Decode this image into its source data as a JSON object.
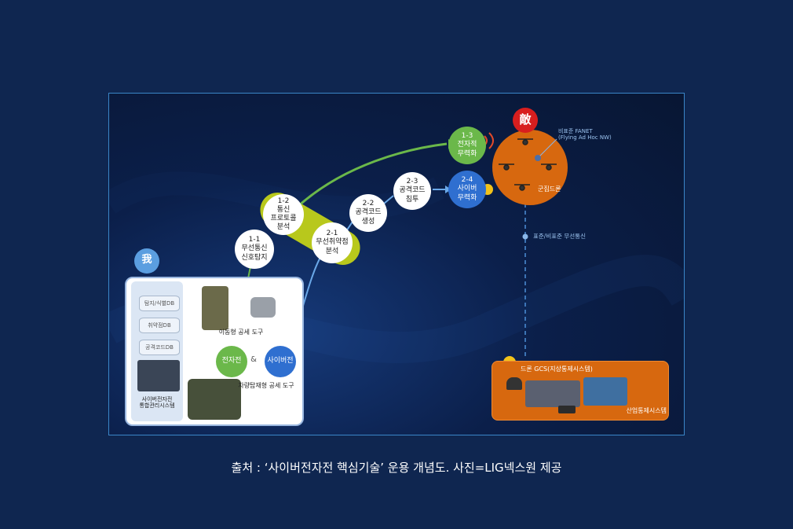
{
  "diagram": {
    "enemy_badge": "敵",
    "friendly_badge": "我",
    "fanet_label": "비표준 FANET\n(Flying Ad Hoc NW)",
    "enemy_drone_label": "군집드론",
    "link_label": "표준/비표준 무선통신",
    "nodes": {
      "n1_1": "1-1\n무선통신\n신호탐지",
      "n1_2": "1-2\n통신\n프로토콜\n분석",
      "n1_3": "1-3\n전자적\n무력화",
      "n2_1": "2-1\n무선취약점\n분석",
      "n2_2": "2-2\n공격코드\n생성",
      "n2_3": "2-3\n공격코드\n침투",
      "n2_4": "2-4\n사이버\n무력화"
    },
    "left_panel": {
      "db1": "탐지/식별DB",
      "db2": "취약점DB",
      "db3": "공격코드DB",
      "system_label": "사이버전자전\n통합관리시스템",
      "mobile_tool_label": "이동형 공세 도구",
      "ew_label": "전자전",
      "amp": "&",
      "cyber_label": "사이버전",
      "vehicle_tool_label": "차량탑재형 공세 도구"
    },
    "right_box": {
      "gcs_label": "드론 GCS(지상통제시스템)",
      "ics_label": "산업통제시스템"
    }
  },
  "caption": "출처 : ‘사이버전자전 핵심기술’ 운용 개념도. 사진=LIG넥스원 제공"
}
